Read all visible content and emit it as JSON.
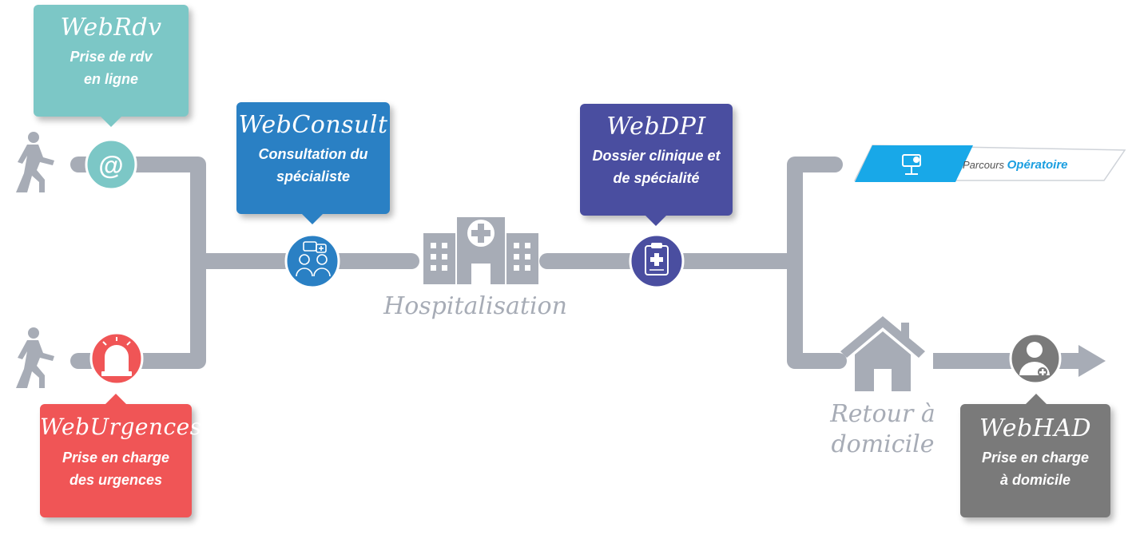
{
  "colors": {
    "track": "#a7acb6",
    "webrdv": "#7cc7c6",
    "webconsult": "#2a80c4",
    "webdpi": "#4a4ea0",
    "weburgences": "#f05556",
    "webhad": "#7a7a7a",
    "operatoire": "#18a8e8"
  },
  "boxes": {
    "webrdv": {
      "title": "WebRdv",
      "desc": "Prise de rdv\nen ligne"
    },
    "webconsult": {
      "title": "WebConsult",
      "desc": "Consultation du\nspécialiste"
    },
    "webdpi": {
      "title": "WebDPI",
      "desc": "Dossier clinique et\nde spécialité"
    },
    "weburgences": {
      "title": "WebUrgences",
      "desc": "Prise en charge\ndes urgences"
    },
    "webhad": {
      "title": "WebHAD",
      "desc": "Prise en charge\nà domicile"
    }
  },
  "labels": {
    "hospitalisation": "Hospitalisation",
    "retour": "Retour à\ndomicile"
  },
  "banner": {
    "prefix": "Parcours ",
    "highlight": "Opératoire"
  },
  "icons": {
    "walker_top": "walking-person-icon",
    "walker_bottom": "walking-person-icon",
    "at": "at-sign-icon",
    "alarm": "emergency-light-icon",
    "consult": "doctors-consultation-icon",
    "hospital": "hospital-icon",
    "clipboard": "medical-clipboard-icon",
    "house": "house-icon",
    "caregiver": "home-care-person-icon",
    "arrow": "arrow-right-icon",
    "operating": "operating-lamp-icon"
  }
}
